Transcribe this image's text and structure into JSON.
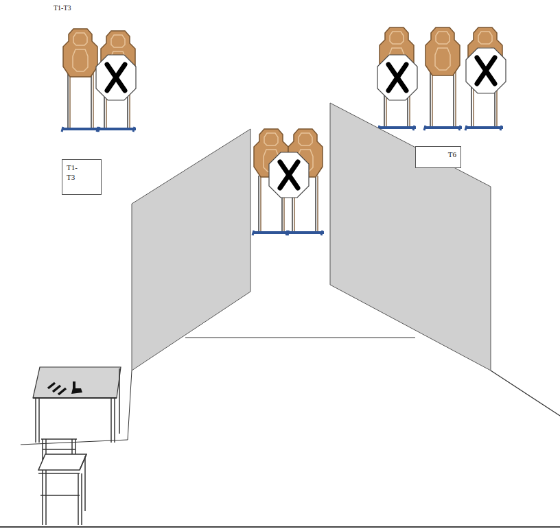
{
  "diagram": {
    "nodes": [
      {
        "text": [
          "T1- T3"
        ]
      },
      {
        "text": [
          "T6"
        ]
      }
    ],
    "labels": [
      "T1-T3"
    ]
  }
}
